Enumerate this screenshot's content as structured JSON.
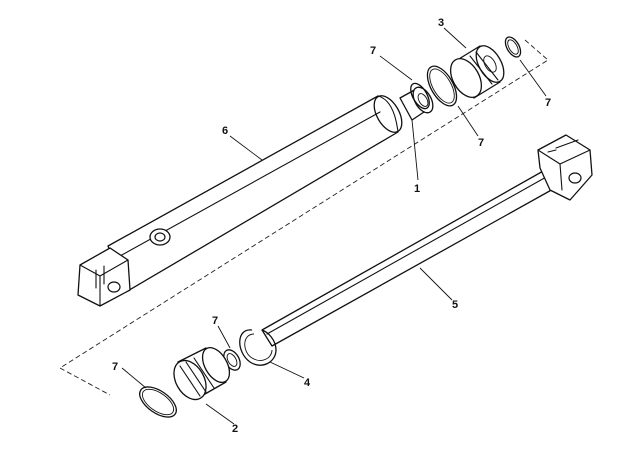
{
  "diagram": {
    "callouts": [
      {
        "id": "c1",
        "label": "1"
      },
      {
        "id": "c2",
        "label": "2"
      },
      {
        "id": "c3",
        "label": "3"
      },
      {
        "id": "c4",
        "label": "4"
      },
      {
        "id": "c5",
        "label": "5"
      },
      {
        "id": "c6",
        "label": "6"
      },
      {
        "id": "c7a",
        "label": "7"
      },
      {
        "id": "c7b",
        "label": "7"
      },
      {
        "id": "c7c",
        "label": "7"
      },
      {
        "id": "c7d",
        "label": "7"
      },
      {
        "id": "c7e",
        "label": "7"
      }
    ]
  }
}
